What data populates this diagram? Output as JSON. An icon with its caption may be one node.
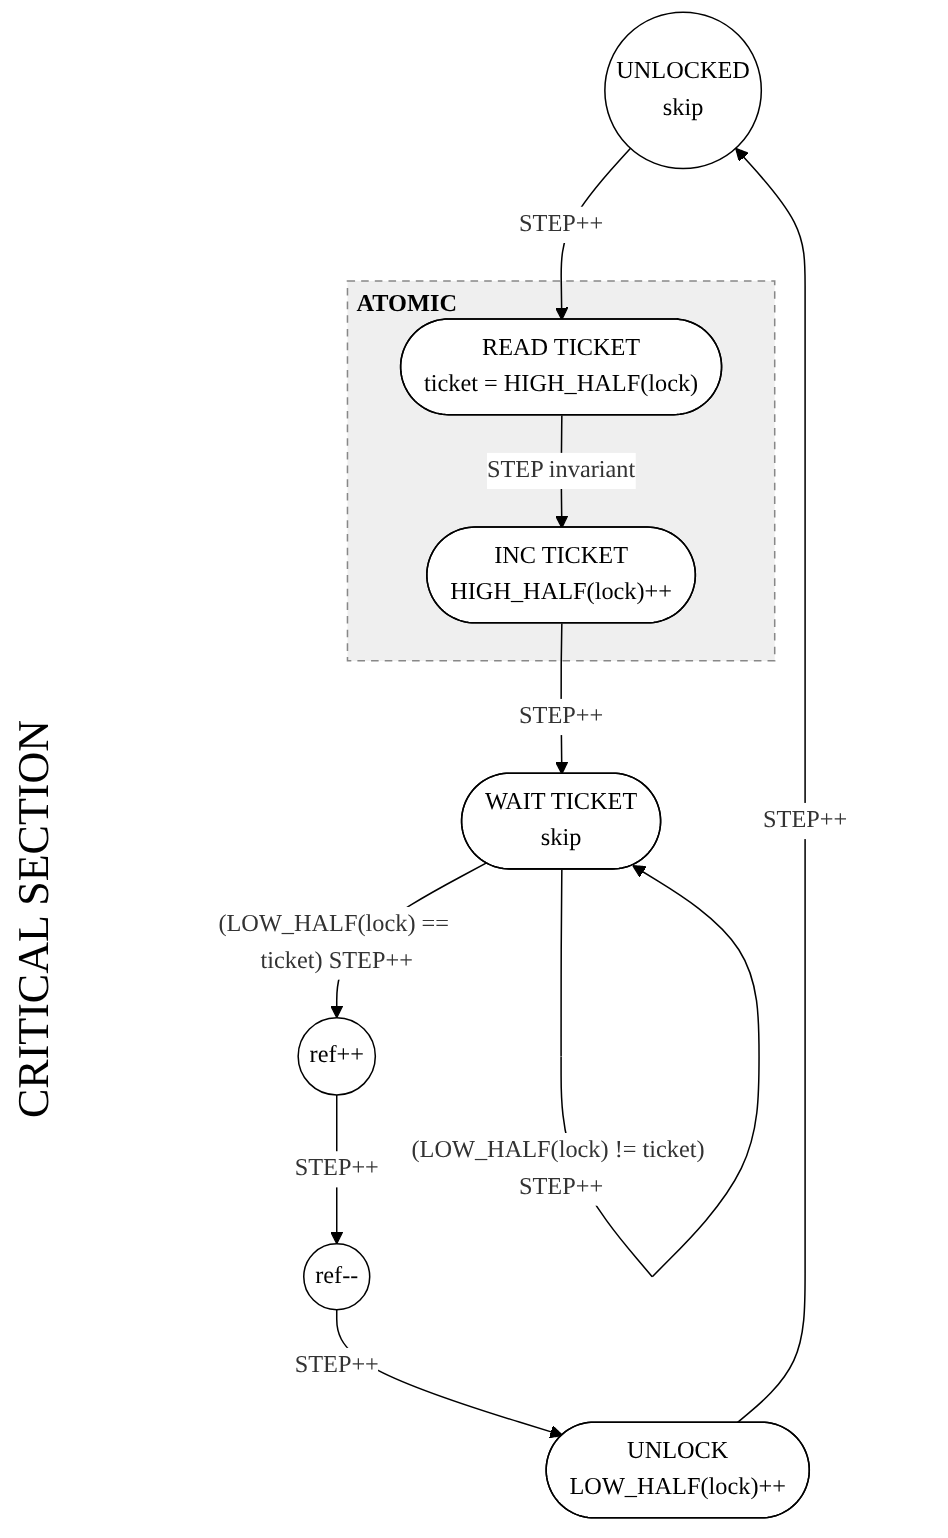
{
  "diagram": {
    "nodes": [
      {
        "text": [
          "UNLOCKED",
          "skip"
        ]
      },
      {
        "text": [
          "ATOMIC"
        ]
      },
      {
        "text": [
          "READ TICKET",
          "ticket = HIGH_HALF(lock)"
        ],
        "in": 1
      },
      {
        "text": [
          "INC TICKET",
          "HIGH_HALF(lock)++"
        ],
        "in": 1
      },
      {
        "text": [
          "WAIT TICKET",
          "skip"
        ]
      },
      {
        "text": [
          "ref++"
        ]
      },
      {
        "text": [
          "ref--"
        ]
      },
      {
        "text": [
          "UNLOCK",
          "LOW_HALF(lock)++"
        ]
      }
    ],
    "edges": [
      {
        "from": 0,
        "to": 2,
        "arrow": "to",
        "label": "STEP++"
      },
      {
        "from": 2,
        "to": 3,
        "arrow": "to",
        "label": "STEP invariant"
      },
      {
        "from": 3,
        "to": 4,
        "arrow": "to",
        "label": "STEP++"
      },
      {
        "from": 4,
        "to": 4,
        "arrow": "to",
        "label": "(LOW_HALF(lock) != ticket) STEP++"
      },
      {
        "from": 4,
        "to": 5,
        "arrow": "to",
        "label": "(LOW_HALF(lock) == ticket) STEP++"
      },
      {
        "from": 5,
        "to": 6,
        "arrow": "to",
        "label": "STEP++"
      },
      {
        "from": 6,
        "to": 7,
        "arrow": "to",
        "label": "STEP++"
      },
      {
        "from": 7,
        "to": 0,
        "arrow": "to",
        "label": "STEP++"
      }
    ],
    "labels": [
      "CRITICAL SECTION"
    ]
  }
}
